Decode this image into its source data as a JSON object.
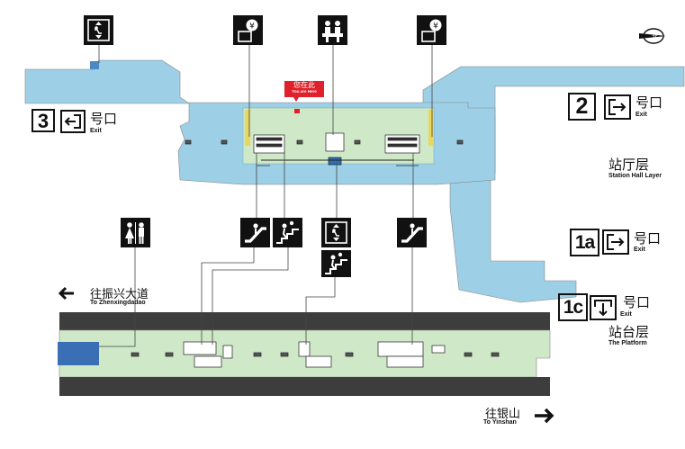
{
  "compass_label": "北",
  "you_are_here": {
    "zh": "您在此",
    "en": "You are Here"
  },
  "exits": [
    {
      "id": "exit-3",
      "number": "3",
      "zh": "号口",
      "en": "Exit"
    },
    {
      "id": "exit-2",
      "number": "2",
      "zh": "号口",
      "en": "Exit"
    },
    {
      "id": "exit-1a",
      "number": "1a",
      "zh": "号口",
      "en": "Exit"
    },
    {
      "id": "exit-1c",
      "number": "1c",
      "zh": "号口",
      "en": "Exit"
    }
  ],
  "levels": {
    "hall": {
      "zh": "站厅层",
      "en": "Station Hall Layer"
    },
    "platform": {
      "zh": "站台层",
      "en": "The Platform"
    }
  },
  "directions": {
    "west": {
      "zh": "往振兴大道",
      "en": "To Zhenxingdadao"
    },
    "east": {
      "zh": "往银山",
      "en": "To Yinshan"
    }
  },
  "icons": [
    "elevator-icon",
    "ticket-machine-icon",
    "service-center-icon",
    "ticket-machine-icon",
    "toilet-icon",
    "escalator-icon",
    "stairs-icon",
    "elevator-icon",
    "stairs-icon",
    "escalator-icon"
  ],
  "colors": {
    "hall_fill": "#9dcfe6",
    "zone_fill": "#cfe8c8",
    "platform_fill": "#cfe8c8",
    "track_fill": "#3d3d3d",
    "marker_red": "#e0202a",
    "ink": "#111111"
  }
}
